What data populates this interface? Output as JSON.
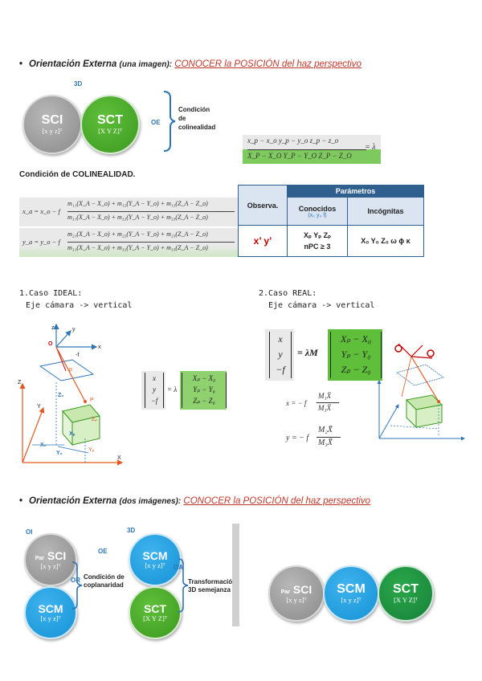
{
  "section1": {
    "bullet": "•",
    "title": "Orientación Externa",
    "title_suffix": "(una imagen):",
    "link": "CONOCER la POSICIÓN del haz perspectivo"
  },
  "diagram1": {
    "label_3d": "3D",
    "sci_name": "SCI",
    "sci_coord": "[x y z]ᵀ",
    "sct_name": "SCT",
    "sct_coord": "[X Y Z]ᵀ",
    "oe": "OE",
    "condicion_line1": "Condición",
    "condicion_line2": "de",
    "condicion_line3": "colinealidad"
  },
  "ratio_formula": {
    "top": "x_p − x_o     y_p − y_o     z_p − z_o",
    "bottom": "X_P − X_O    Y_P − Y_O    Z_P − Z_O",
    "lambda": "= λ"
  },
  "colinealidad_title": "Condición de COLINEALIDAD.",
  "col_eq1": {
    "lhs": "x_a = x_o − f",
    "num": "m₁₁(X_A − X_o) + m₁₂(Y_A − Y_o) + m₁₃(Z_A − Z_o)",
    "den": "m₃₁(X_A − X_o) + m₃₂(Y_A − Y_o) + m₃₃(Z_A − Z_o)"
  },
  "col_eq2": {
    "lhs": "y_a = y_o − f",
    "num": "m₂₁(X_A − X_o) + m₂₂(Y_A − Y_o) + m₂₃(Z_A − Z_o)",
    "den": "m₃₁(X_A − X_o) + m₃₂(Y_A − Y_o) + m₃₃(Z_A − Z_o)"
  },
  "params_table": {
    "observa": "Observa.",
    "parametros": "Parámetros",
    "conocidos": "Conocidos",
    "conocidos_sub": "(x₀ y₀ f)",
    "incognitas": "Incógnitas",
    "obs_value": "x’ y’",
    "known_value1": "Xₚ Yₚ Zₚ",
    "known_value2": "nPC ≥ 3",
    "unknown_value": "X₀ Y₀ Z₀ ω ϕ κ"
  },
  "case_ideal": {
    "title": "1.Caso IDEAL:",
    "subtitle": "Eje cámara -> vertical",
    "eq_lhs": [
      "x",
      "y",
      "−f"
    ],
    "eq_mid": "= λ",
    "eq_rhs": [
      "Xₚ − X₀",
      "Yₚ − Y₀",
      "Zₚ − Z₀"
    ]
  },
  "case_real": {
    "title": "2.Caso REAL:",
    "subtitle": "Eje cámara -> vertical",
    "eq_lhs": [
      "x",
      "y",
      "−f"
    ],
    "eq_mid": "= λM",
    "eq_rhs": [
      "Xₚ − X₀",
      "Yₚ − Y₀",
      "Zₚ − Z₀"
    ],
    "fx_lhs": "x = − f",
    "fx_num": "M₁X̄",
    "fx_den": "M₃X̄",
    "fy_lhs": "y = − f",
    "fy_num": "M₂X̄",
    "fy_den": "M₃X̄"
  },
  "section2": {
    "bullet": "•",
    "title": "Orientación Externa",
    "title_suffix": "(dos imágenes):",
    "link": "CONOCER la POSICIÓN del haz perspectivo"
  },
  "diagram2": {
    "oi": "OI",
    "oe": "OE",
    "or": "OR",
    "oa": "OA",
    "label_3d": "3D",
    "par_sci_small": "Par",
    "par_sci_name": "SCI",
    "par_sci_coord": "[x y z]ᵀ",
    "scm_left_name": "SCM",
    "scm_left_coord": "[x y z]ᵀ",
    "scm_top_name": "SCM",
    "scm_top_coord": "[x y z]ᵀ",
    "sct_name": "SCT",
    "sct_coord": "[X Y Z]ᵀ",
    "coplanaridad_line1": "Condición de",
    "coplanaridad_line2": "coplanaridad",
    "transform_line1": "Transformación",
    "transform_line2": "3D semejanza"
  },
  "diagram3": {
    "par_small": "Par",
    "sci_name": "SCI",
    "sci_coord": "[x y z]ᵀ",
    "scm_name": "SCM",
    "scm_coord": "[x y z]ᵀ",
    "sct_name": "SCT",
    "sct_coord": "[X Y Z]ᵀ"
  },
  "ideal_sketch_labels": {
    "z_top": "z",
    "y_top": "y",
    "x_top": "x",
    "o": "O",
    "f": "-f",
    "p_small": "p",
    "zo": "Z₀",
    "Z": "Z",
    "P": "P",
    "zp": "Zₚ",
    "xp": "Xₚ",
    "xo": "X₀",
    "yo": "Y₀",
    "yp": "Yₚ",
    "X": "X",
    "Y": "Y"
  },
  "colors": {
    "accent_blue": "#2e75b6",
    "accent_red": "#c0392b",
    "green": "#3b9a1f",
    "sketch_red": "#e05a20"
  }
}
